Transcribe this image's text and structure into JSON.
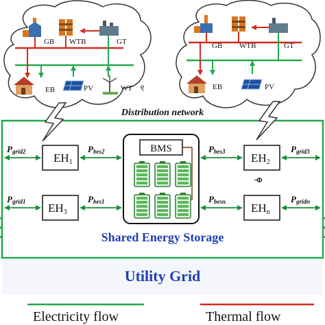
{
  "colors": {
    "electricity": "#22a84a",
    "thermal": "#d42a1e",
    "arrow": "#1b8f3a",
    "shared_title": "#1f3fb5",
    "utility": "#1f3fb5",
    "battery": "#5cb85c",
    "battery_dark": "#2e7d32",
    "frame": "#111111"
  },
  "icons": [
    "factory-icon",
    "boiler-icon",
    "gas-turbine-icon",
    "house-icon",
    "solar-panel-icon",
    "wind-turbine-icon",
    "lightning-icon",
    "battery-icon",
    "cloud-icon"
  ],
  "clouds": {
    "left": {
      "gb": "GB",
      "wtb": "WTB",
      "gt": "GT",
      "eb": "EB",
      "pv": "PV",
      "wt": "WT",
      "mark": "ę"
    },
    "right": {
      "gb": "GB",
      "wtb": "WTB",
      "gt": "GT",
      "eb": "EB",
      "pv": "PV"
    }
  },
  "distribution_label": "Distribution network",
  "hubs": {
    "eh1": {
      "main": "EH",
      "sub": "1"
    },
    "eh2": {
      "main": "EH",
      "sub": "2"
    },
    "eh3": {
      "main": "EH",
      "sub": "3"
    },
    "ehn": {
      "main": "EH",
      "sub": "n"
    }
  },
  "bms_label": "BMS",
  "powers": {
    "p_grid2": {
      "main": "P",
      "sub": "grid2"
    },
    "p_grid1": {
      "main": "P",
      "sub": "grid1"
    },
    "p_bes2": {
      "main": "P",
      "sub": "bes2"
    },
    "p_bes1": {
      "main": "P",
      "sub": "bes1"
    },
    "p_bes3": {
      "main": "P",
      "sub": "bes3"
    },
    "p_besn": {
      "main": "P",
      "sub": "besn"
    },
    "p_grid3": {
      "main": "P",
      "sub": "grid3"
    },
    "p_gridn": {
      "main": "P",
      "sub": "gridn"
    }
  },
  "dots_mark": "·Φ",
  "shared_storage_label": "Shared Energy Storage",
  "utility_grid_label": "Utility Grid",
  "legend": {
    "electricity": "Electricity flow",
    "thermal": "Thermal flow"
  }
}
